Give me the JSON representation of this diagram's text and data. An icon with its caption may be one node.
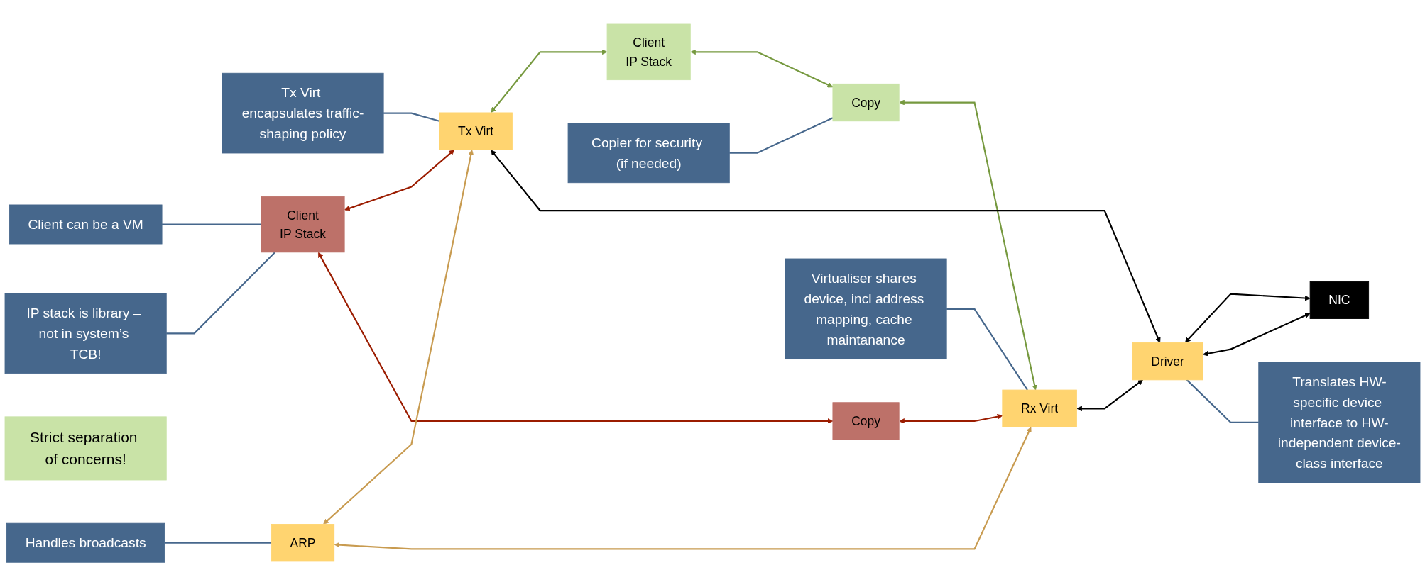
{
  "diagram": {
    "nodes": [
      {
        "text": [
          "Client can be a VM"
        ]
      },
      {
        "text": [
          "IP stack is library – not in system’s TCB!"
        ]
      },
      {
        "text": [
          "Tx Virt encapsulates traffic-shaping policy"
        ]
      },
      {
        "text": [
          "Strict separation of concerns!"
        ]
      },
      {
        "text": [
          "Client",
          "IP Stack"
        ]
      },
      {
        "text": [
          "Copy"
        ]
      },
      {
        "text": [
          "Tx Virt"
        ]
      },
      {
        "text": [
          "NIC"
        ]
      },
      {
        "text": [
          "Handles broadcasts"
        ]
      },
      {
        "text": [
          "ARP"
        ]
      },
      {
        "text": [
          "Rx Virt"
        ]
      },
      {
        "text": [
          "Driver"
        ]
      },
      {
        "text": [
          "Client",
          "IP Stack"
        ]
      },
      {
        "text": [
          "Copy"
        ]
      },
      {
        "text": [
          "Copier for security (if needed)"
        ]
      },
      {
        "text": [
          "Virtualiser shares device, incl address mapping, cache maintanance"
        ]
      },
      {
        "text": [
          "Translates HW-specific device interface to HW-independent device-class interface"
        ]
      }
    ],
    "edges": [
      {
        "from": 4,
        "to": 6,
        "arrow": "both",
        "color": "#9b1c00"
      },
      {
        "from": 4,
        "to": 5,
        "arrow": "both",
        "color": "#9b1c00"
      },
      {
        "from": 5,
        "to": 10,
        "arrow": "both",
        "color": "#9b1c00"
      },
      {
        "from": 6,
        "to": 12,
        "arrow": "both",
        "color": "#76993f"
      },
      {
        "from": 9,
        "to": 6,
        "arrow": "both",
        "color": "#c89b50"
      },
      {
        "from": 9,
        "to": 10,
        "arrow": "both",
        "color": "#c89b50"
      },
      {
        "from": 12,
        "to": 13,
        "arrow": "both",
        "color": "#76993f"
      },
      {
        "from": 13,
        "to": 10,
        "arrow": "both",
        "color": "#76993f"
      },
      {
        "from": 6,
        "to": 11,
        "arrow": "both",
        "color": "#000000"
      },
      {
        "from": 10,
        "to": 11,
        "arrow": "both",
        "color": "#000000"
      },
      {
        "from": 11,
        "to": 7,
        "arrow": "both",
        "color": "#000000"
      },
      {
        "from": 11,
        "to": 7,
        "arrow": "both",
        "color": "#000000"
      },
      {
        "from": 0,
        "to": 4,
        "arrow": "none",
        "color": "#46678c"
      },
      {
        "from": 1,
        "to": 4,
        "arrow": "none",
        "color": "#46678c"
      },
      {
        "from": 2,
        "to": 6,
        "arrow": "none",
        "color": "#46678c"
      },
      {
        "from": 8,
        "to": 9,
        "arrow": "none",
        "color": "#46678c"
      },
      {
        "from": 14,
        "to": 13,
        "arrow": "none",
        "color": "#46678c"
      },
      {
        "from": 15,
        "to": 10,
        "arrow": "none",
        "color": "#46678c"
      },
      {
        "from": 16,
        "to": 11,
        "arrow": "none",
        "color": "#46678c"
      }
    ]
  }
}
